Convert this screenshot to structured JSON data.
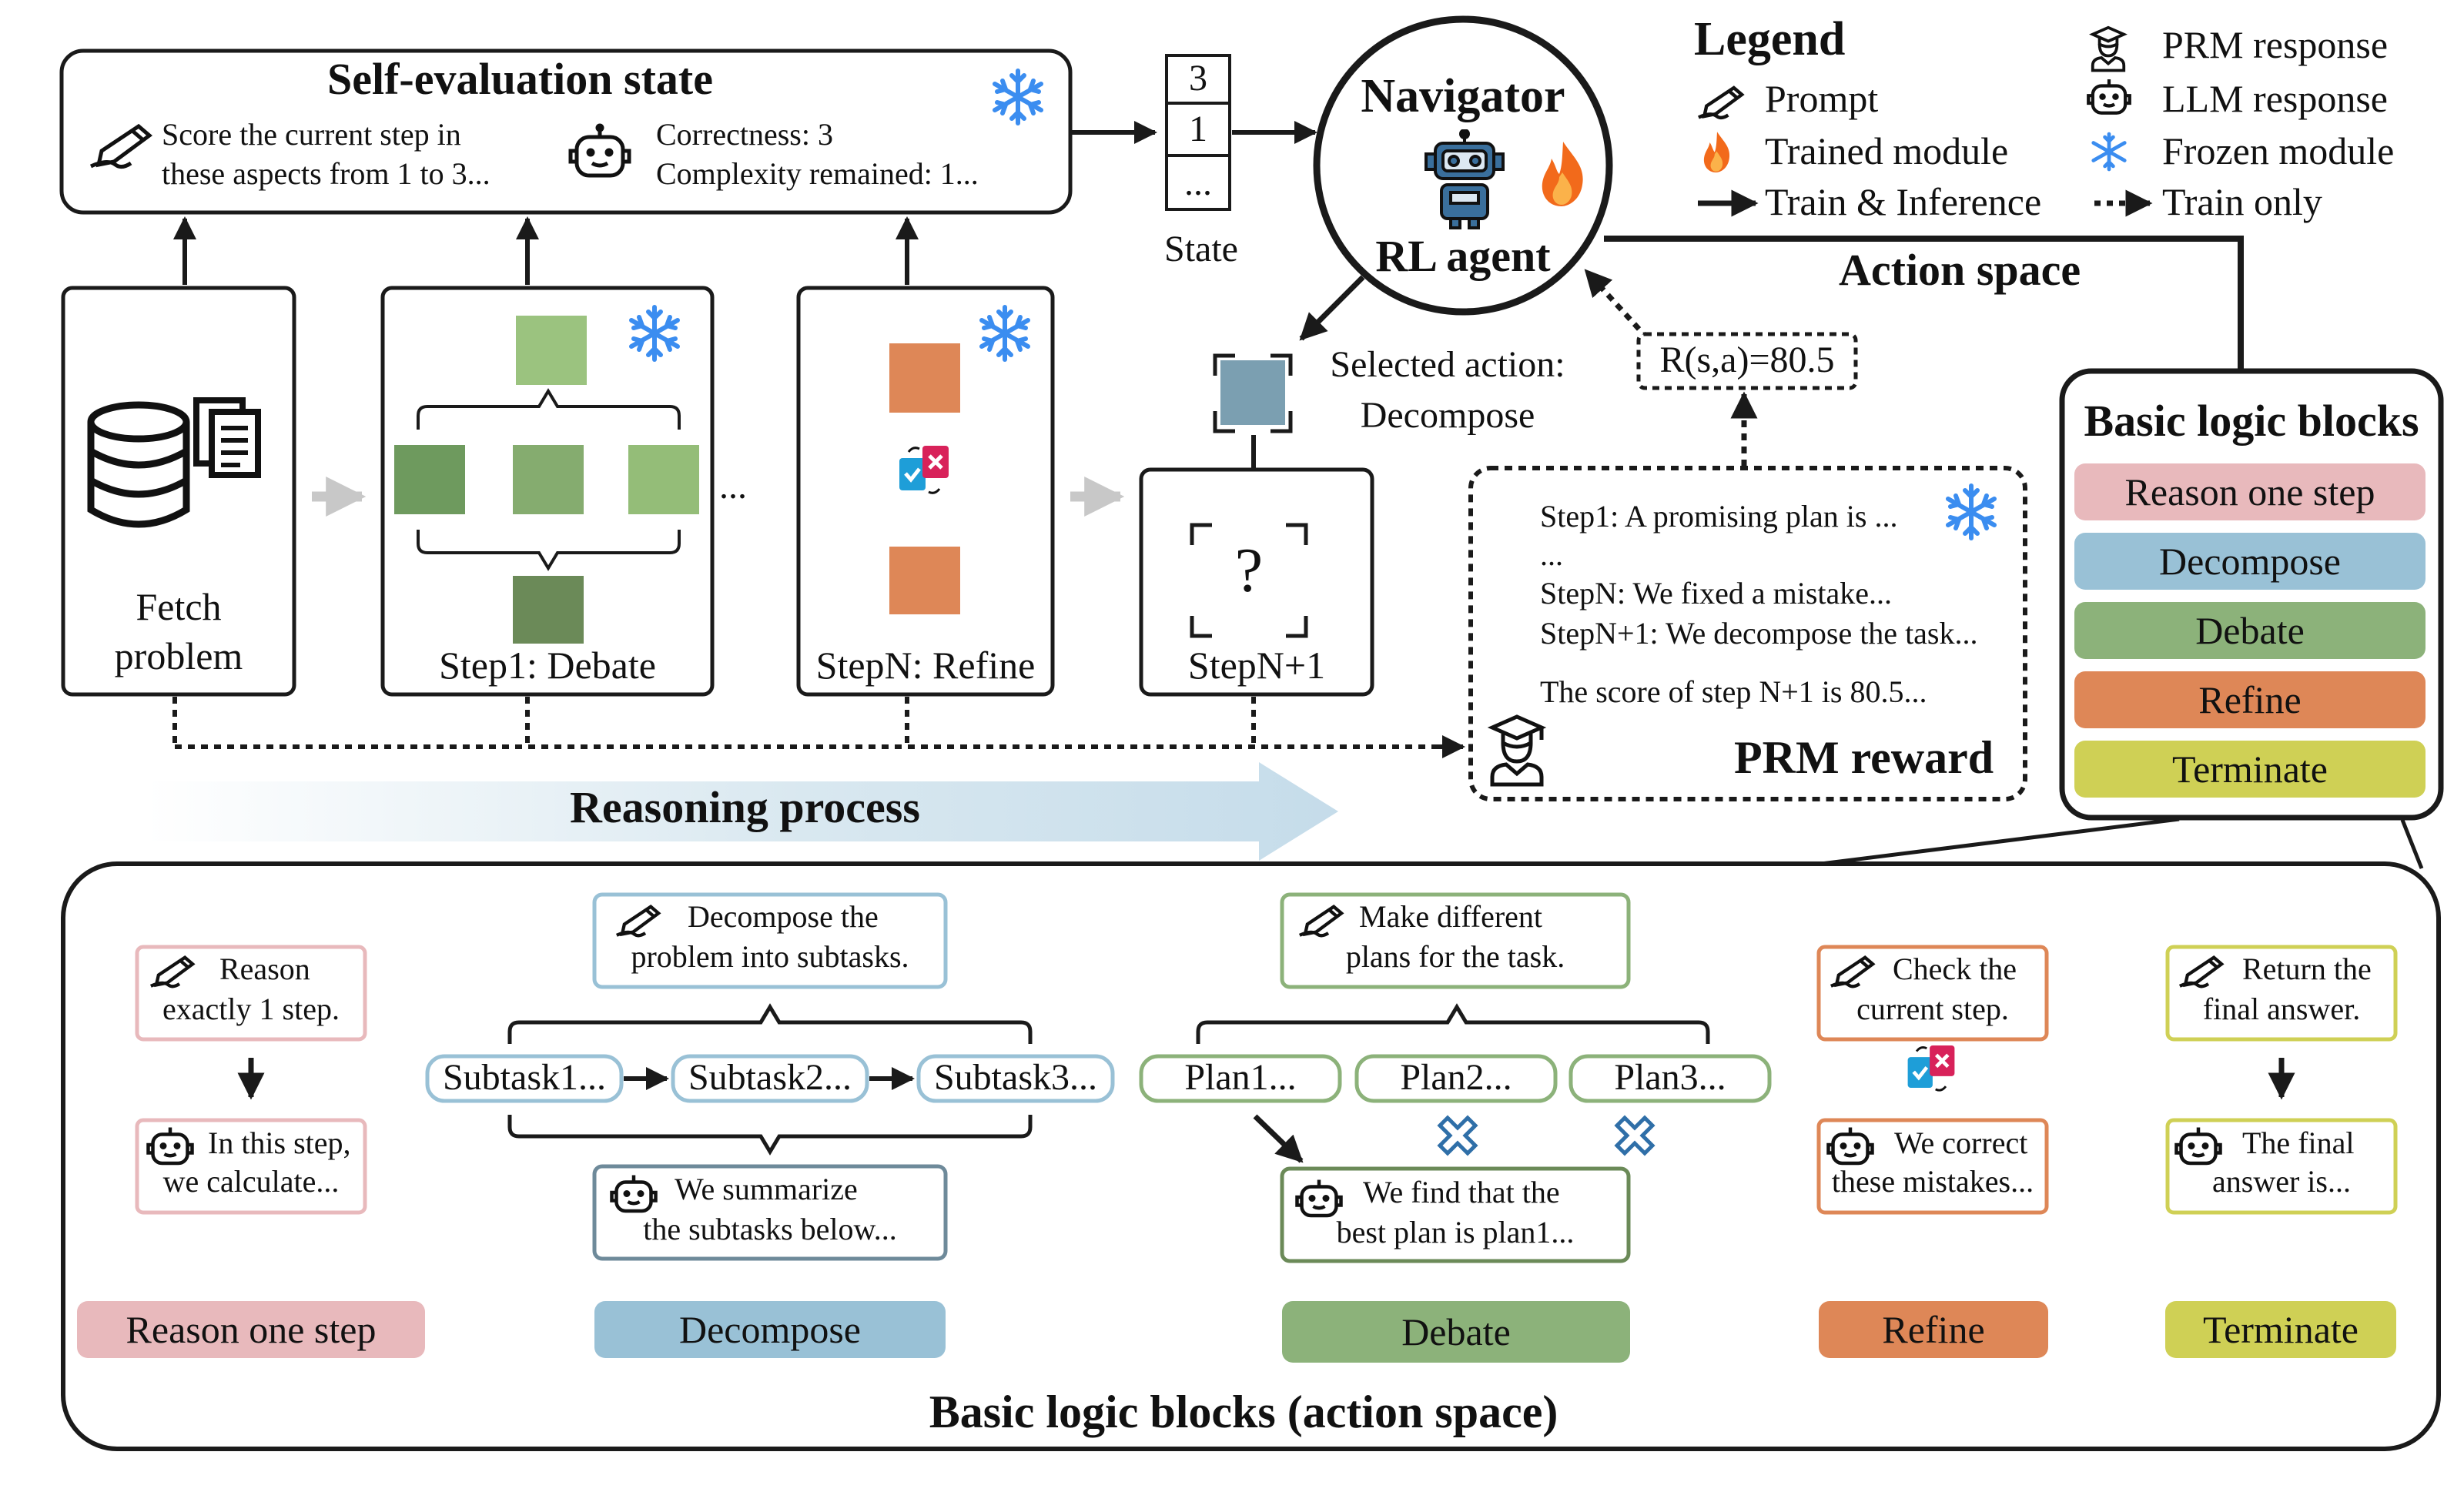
{
  "legend": {
    "title": "Legend",
    "items": [
      "Prompt",
      "Trained module",
      "Train & Inference",
      "PRM response",
      "LLM response",
      "Frozen module",
      "Train only"
    ]
  },
  "self_eval": {
    "title": "Self-evaluation state",
    "prompt_line1": "Score the current step in",
    "prompt_line2": "these aspects from 1 to 3...",
    "response_line1": "Correctness: 3",
    "response_line2": "Complexity remained: 1..."
  },
  "state": {
    "label": "State",
    "cells": [
      "3",
      "1",
      "..."
    ]
  },
  "navigator": {
    "line1": "Navigator",
    "line2": "RL agent"
  },
  "action_space_label": "Action space",
  "selected_action": {
    "line1": "Selected action:",
    "line2": "Decompose"
  },
  "reward_formula": "R(s,a)=80.5",
  "steps": {
    "fetch_line1": "Fetch",
    "fetch_line2": "problem",
    "step1": "Step1: Debate",
    "stepn": "StepN: Refine",
    "stepn1": "StepN+1",
    "ellipsis": "...",
    "question": "?"
  },
  "prm": {
    "lines": [
      "Step1: A promising plan is ...",
      "...",
      "StepN: We fixed a mistake...",
      "StepN+1: We decompose the task...",
      "The score of step N+1 is 80.5..."
    ],
    "title": "PRM reward"
  },
  "reasoning_process": "Reasoning process",
  "basic_blocks": {
    "title": "Basic logic blocks",
    "items": [
      "Reason one step",
      "Decompose",
      "Debate",
      "Refine",
      "Terminate"
    ]
  },
  "panel": {
    "title": "Basic logic blocks (action space)",
    "reason": {
      "prompt": [
        "Reason",
        "exactly 1 step."
      ],
      "response": [
        "In this step,",
        "we calculate..."
      ],
      "label": "Reason one step"
    },
    "decompose": {
      "prompt": [
        "Decompose the",
        "problem into subtasks."
      ],
      "subtasks": [
        "Subtask1...",
        "Subtask2...",
        "Subtask3..."
      ],
      "response": [
        "We summarize",
        "the subtasks below..."
      ],
      "label": "Decompose"
    },
    "debate": {
      "prompt": [
        "Make different",
        "plans for the task."
      ],
      "plans": [
        "Plan1...",
        "Plan2...",
        "Plan3..."
      ],
      "response": [
        "We find that the",
        "best plan is plan1..."
      ],
      "label": "Debate"
    },
    "refine": {
      "prompt": [
        "Check the",
        "current step."
      ],
      "response": [
        "We correct",
        "these mistakes..."
      ],
      "label": "Refine"
    },
    "terminate": {
      "prompt": [
        "Return the",
        "final answer."
      ],
      "response": [
        "The final",
        "answer is..."
      ],
      "label": "Terminate"
    }
  },
  "colors": {
    "reason": "#e8b9bc",
    "decompose": "#99c1d6",
    "debate": "#8cb27a",
    "refine": "#de8757",
    "terminate": "#cfd055",
    "frozen": "#3b8df0",
    "fire": "#f0651e"
  }
}
